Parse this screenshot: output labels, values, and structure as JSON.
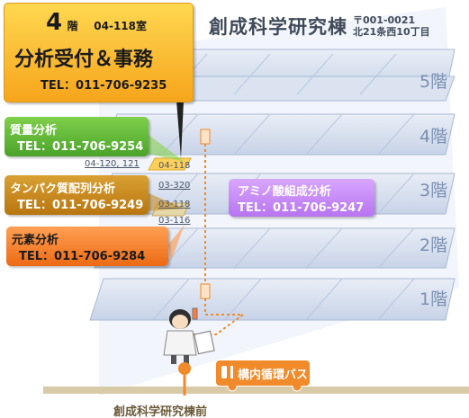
{
  "building": {
    "name": "創成科学研究棟",
    "postal_code": "〒001-0021",
    "address": "北21条西10丁目"
  },
  "floors": [
    "5階",
    "4階",
    "3階",
    "2階",
    "1階"
  ],
  "reception": {
    "floor_num": "4",
    "floor_suffix": "階",
    "room": "04-118室",
    "title": "分析受付＆事務",
    "tel": "TEL：011-706-9235"
  },
  "labs": [
    {
      "name": "質量分析",
      "tel": "TEL：011-706-9254"
    },
    {
      "name": "タンパク質配列分析",
      "tel": "TEL：011-706-9249"
    },
    {
      "name": "元素分析",
      "tel": "TEL：011-706-9284"
    },
    {
      "name": "アミノ酸組成分析",
      "tel": "TEL：011-706-9247"
    }
  ],
  "rooms": [
    "04-120, 121",
    "04-118",
    "03-320",
    "03-118",
    "03-116"
  ],
  "bus": {
    "label": "構内循環バス"
  },
  "bus_stop": "創成科学研究棟前",
  "colors": {
    "reception": "#f9b426",
    "mass": "#5cb531",
    "protein": "#c5861b",
    "element": "#f27a26",
    "amino": "#c18af6",
    "route": "#f08a2a"
  }
}
